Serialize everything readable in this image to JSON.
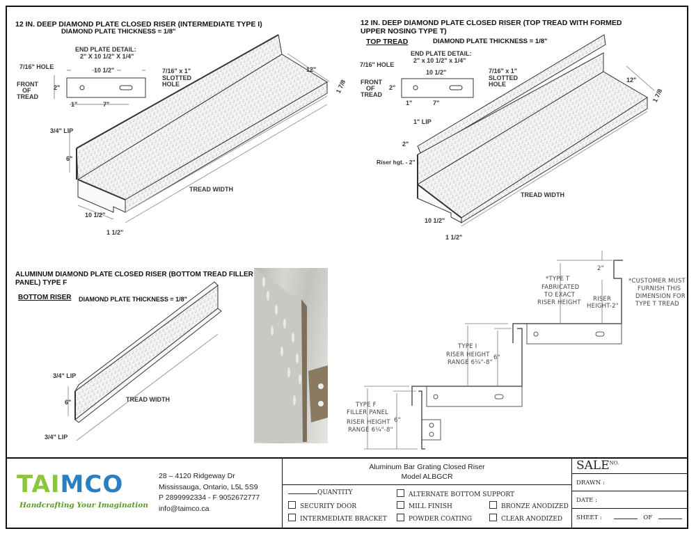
{
  "drawing1": {
    "title": "12 IN. DEEP DIAMOND PLATE CLOSED RISER (INTERMEDIATE TYPE I)",
    "thickness": "DIAMOND PLATE THICKNESS = 1/8\"",
    "end_plate_title": "END PLATE DETAIL:",
    "end_plate_size": "2\" X 10 1/2\" X 1/4\"",
    "hole": "7/16\" HOLE",
    "plate_width": "10 1/2\"",
    "slot_1": "7/16\" x 1\"",
    "slot_2": "SLOTTED",
    "slot_3": "HOLE",
    "front_1": "FRONT",
    "front_2": "OF",
    "front_3": "TREAD",
    "plate_height": "2\"",
    "dim_1": "1\"",
    "dim_7": "7\"",
    "lip": "3/4\" LIP",
    "riser": "6\"",
    "tread_width": "TREAD WIDTH",
    "depth": "10 1/2\"",
    "nose": "1 1/2\"",
    "tread_depth": "12\"",
    "nose_height": "1 7/8"
  },
  "drawing2": {
    "title_1": "12 IN. DEEP DIAMOND PLATE CLOSED RISER (TOP TREAD WITH FORMED",
    "title_2": "UPPER NOSING TYPE T)",
    "subtitle": "TOP TREAD",
    "thickness": "DIAMOND PLATE THICKNESS = 1/8\"",
    "end_plate_title": "END PLATE DETAIL:",
    "end_plate_size": "2\" x 10 1/2\" x 1/4\"",
    "hole": "7/16\" HOLE",
    "plate_width": "10 1/2\"",
    "slot_1": "7/16\" x 1\"",
    "slot_2": "SLOTTED",
    "slot_3": "HOLE",
    "front_1": "FRONT",
    "front_2": "OF",
    "front_3": "TREAD",
    "plate_height": "2\"",
    "dim_1": "1\"",
    "dim_7": "7\"",
    "lip": "1\" LIP",
    "lip_height": "2\"",
    "riser": "Riser hgt. - 2\"",
    "tread_width": "TREAD WIDTH",
    "depth": "10 1/2\"",
    "nose": "1 1/2\"",
    "tread_depth": "12\"",
    "nose_height": "1 7/8"
  },
  "drawing3": {
    "title_1": "ALUMINUM  DIAMOND PLATE CLOSED RISER (BOTTOM TREAD FILLER",
    "title_2": "PANEL) TYPE F",
    "subtitle": "BOTTOM RISER",
    "thickness": "DIAMOND PLATE THICKNESS = 1/8\"",
    "lip_top": "3/4\" LIP",
    "height": "6\"",
    "tread_width": "TREAD WIDTH",
    "lip_bottom": "3/4\" LIP"
  },
  "section": {
    "type_t": [
      "*TYPE T",
      "FABRICATED",
      "TO EXACT",
      "RISER HEIGHT"
    ],
    "top_dim": "2\"",
    "riser_minus": [
      "RISER",
      "HEIGHT-2\""
    ],
    "customer_note": [
      "*CUSTOMER MUST",
      "FURNISH THIS",
      "DIMENSION FOR",
      "TYPE T TREAD"
    ],
    "type_i": [
      "TYPE I",
      "RISER HEIGHT",
      "RANGE 6¼\"-8\""
    ],
    "type_i_dim": "6\"",
    "type_f": [
      "TYPE F",
      "FILLER PANEL",
      "RISER HEIGHT",
      "RANGE 6¼\"-8\""
    ],
    "type_f_dim": "6\""
  },
  "title_block": {
    "logo": "TAIMCO",
    "logo_colors": {
      "green": "#8cc63f",
      "blue": "#2a7fc1"
    },
    "tagline": "Handcrafting Your Imagination",
    "address_1": "28 – 4120 Ridgeway Dr",
    "address_2": "Mississauga, Ontario, L5L 5S9",
    "phone": "P 2899992334 - F 9052672777",
    "email": "info@taimco.ca",
    "product": "Aluminum Bar Grating Closed Riser",
    "model": "Model ALBGCR",
    "quantity": "QUANTITY",
    "options": [
      "ALTERNATE BOTTOM SUPPORT",
      "SECURITY DOOR",
      "MILL FINISH",
      "BRONZE ANODIZED",
      "INTERMEDIATE BRACKET",
      "POWDER COATING",
      "CLEAR ANODIZED"
    ],
    "sale": "SALE",
    "sale_no": "NO.",
    "drawn": "DRAWN :",
    "date": "DATE :",
    "sheet": "SHEET :",
    "of": "OF"
  }
}
